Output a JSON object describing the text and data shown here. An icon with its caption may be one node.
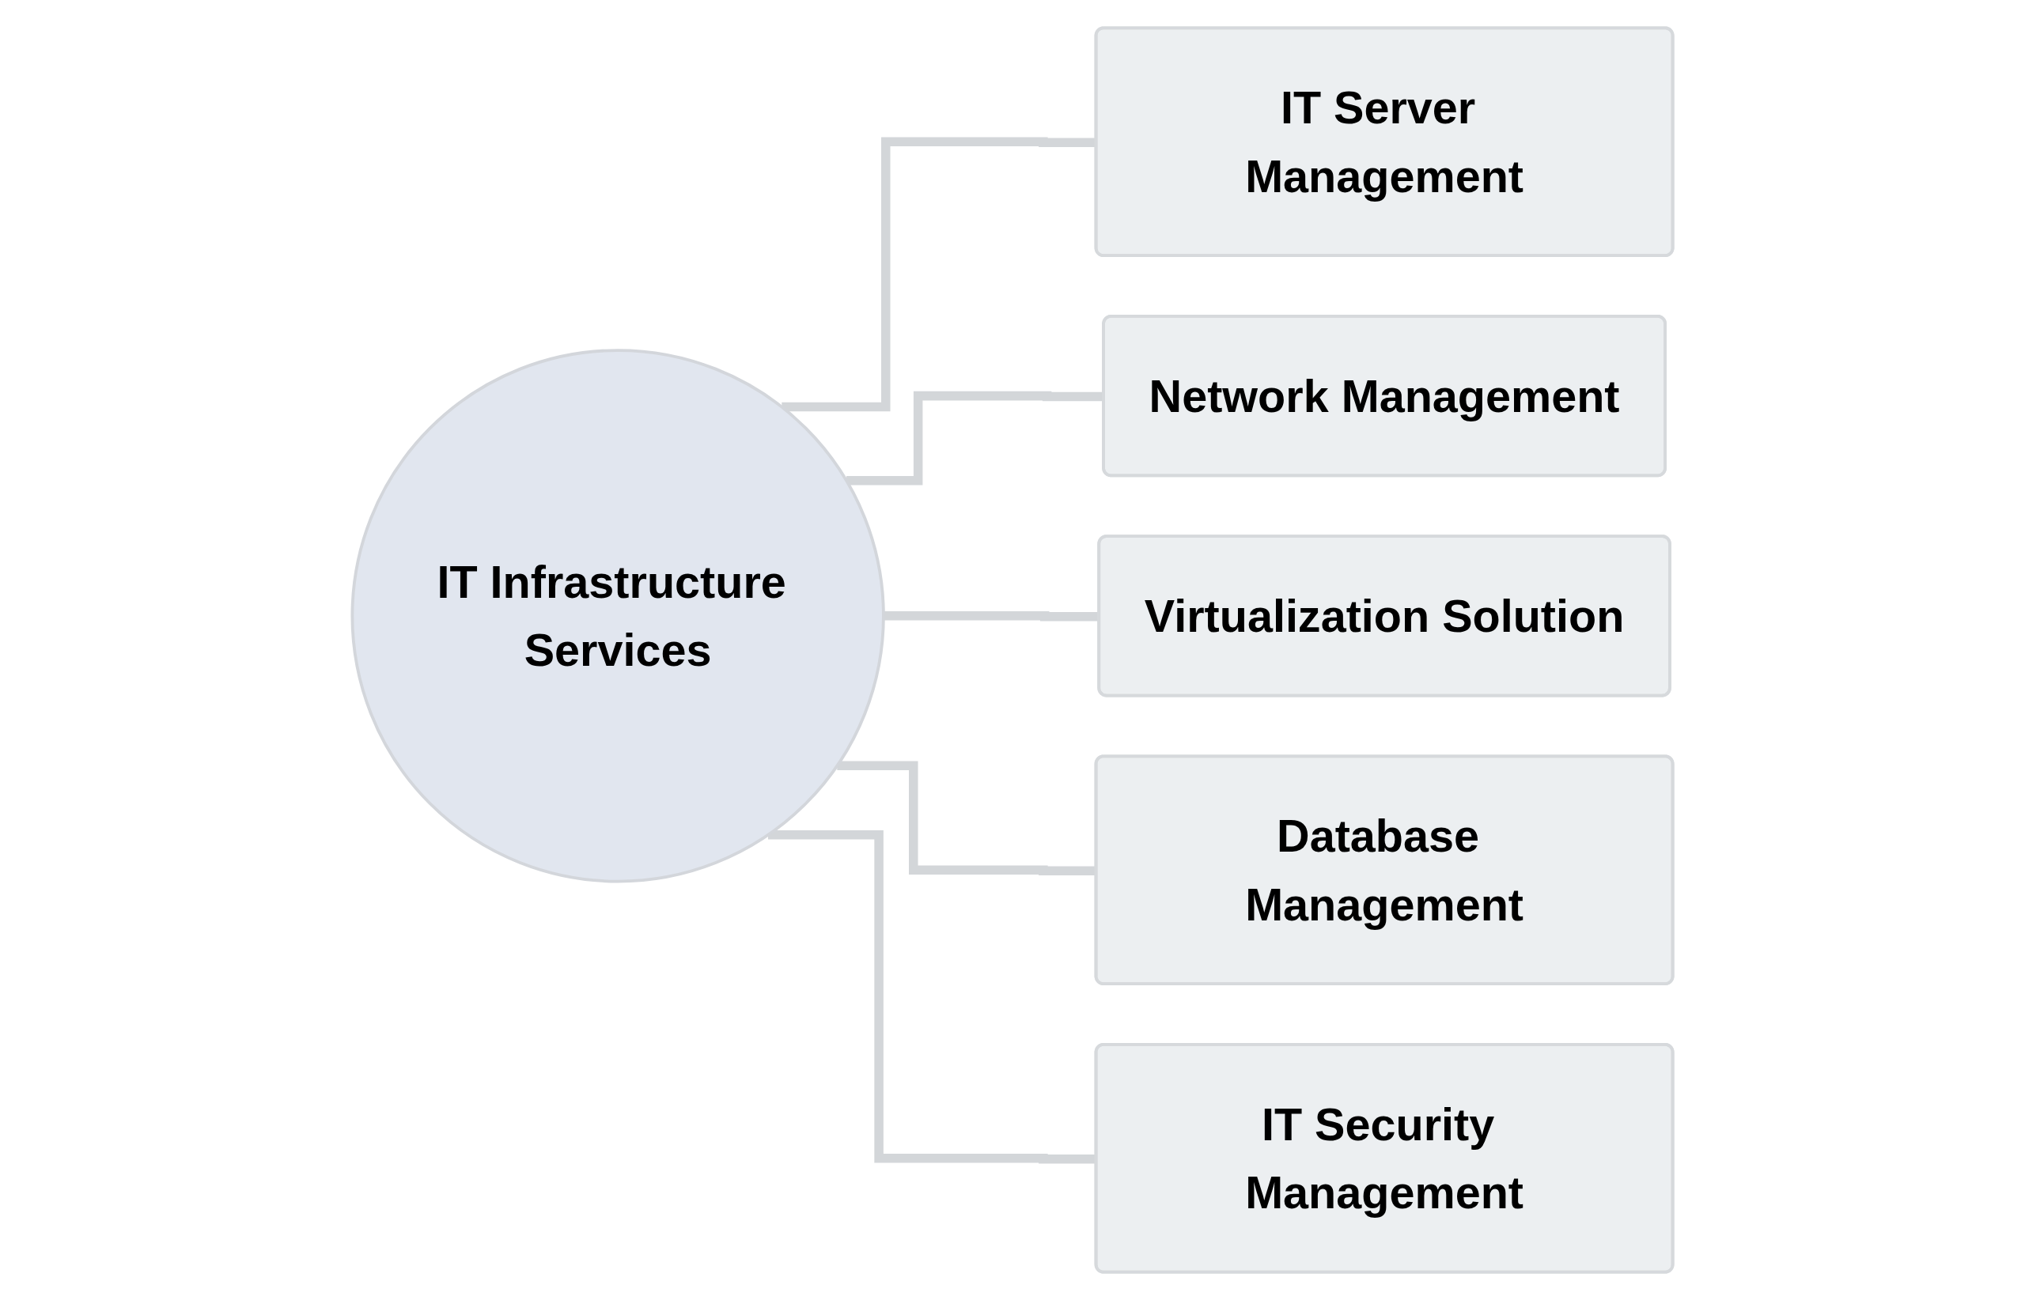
{
  "diagram": {
    "nodes": [
      {
        "text": [
          "IT Infrastructure Services"
        ]
      },
      {
        "text": [
          "IT Server Management"
        ]
      },
      {
        "text": [
          "Network Management"
        ]
      },
      {
        "text": [
          "Virtualization Solution"
        ]
      },
      {
        "text": [
          "Database Management"
        ]
      },
      {
        "text": [
          "IT Security Management"
        ]
      }
    ],
    "edges": [
      {
        "from": 0,
        "to": 1,
        "arrow": "none"
      },
      {
        "from": 0,
        "to": 2,
        "arrow": "none"
      },
      {
        "from": 0,
        "to": 3,
        "arrow": "none"
      },
      {
        "from": 0,
        "to": 4,
        "arrow": "none"
      },
      {
        "from": 0,
        "to": 5,
        "arrow": "none"
      }
    ]
  }
}
